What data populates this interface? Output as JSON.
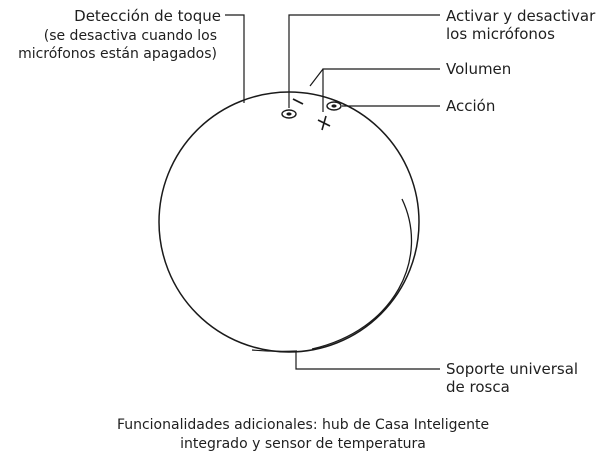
{
  "labels": {
    "touch_detection": {
      "title": "Detección de toque",
      "note_line1": "(se desactiva cuando los",
      "note_line2": "micrófonos están apagados)"
    },
    "mic_toggle": {
      "line1": "Activar y desactivar",
      "line2": "los micrófonos"
    },
    "volume": "Volumen",
    "action": "Acción",
    "mount": {
      "line1": "Soporte universal",
      "line2": "de rosca"
    }
  },
  "caption": {
    "line1": "Funcionalidades adicionales: hub de Casa Inteligente",
    "line2": "integrado y sensor de temperatura"
  },
  "colors": {
    "stroke": "#1a1a1a",
    "text": "#1f1f1f",
    "background": "#ffffff"
  }
}
